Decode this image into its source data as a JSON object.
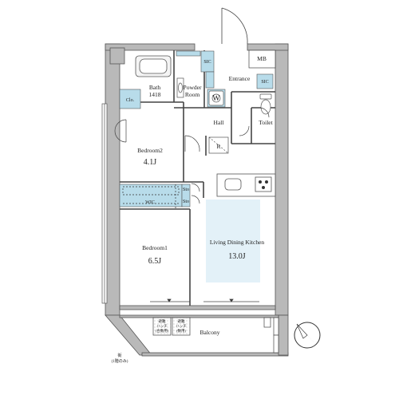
{
  "rooms": {
    "bath": {
      "label": "Bath",
      "size": "1418"
    },
    "powder_room": {
      "label_line1": "Powder",
      "label_line2": "Room"
    },
    "washer": "W",
    "sic_top": "SIC",
    "mb": "MB",
    "entrance": "Entrance",
    "sic_entrance": "SIC",
    "clo": "Clo.",
    "hall": "Hall",
    "toilet": "Toilet",
    "refrigerator": "R",
    "bedroom2": {
      "label": "Bedroom2",
      "size": "4.1J"
    },
    "sto_upper": "Sto",
    "sto_lower": "Sto",
    "wic": "WIC",
    "bedroom1": {
      "label": "Bedroom1",
      "size": "6.5J"
    },
    "ldk": {
      "label": "Living Dining Kitchen",
      "size": "13.0J"
    },
    "balcony": "Balcony",
    "hatch_left": {
      "line1": "避難",
      "line2": "ハッチ",
      "line3": "(合数用)"
    },
    "hatch_right": {
      "line1": "避難",
      "line2": "ハッチ",
      "line3": "(数用)"
    },
    "note": {
      "line1": "街",
      "line2": "(1階のみ)"
    }
  },
  "compass": {
    "label": "N",
    "icon": "north-arrow-icon"
  },
  "colors": {
    "wall": "#b9b9b9",
    "wall_stroke": "#555555",
    "storage": "#b8dcea",
    "ldk_tint": "#e3f1f8",
    "line": "#444444"
  }
}
